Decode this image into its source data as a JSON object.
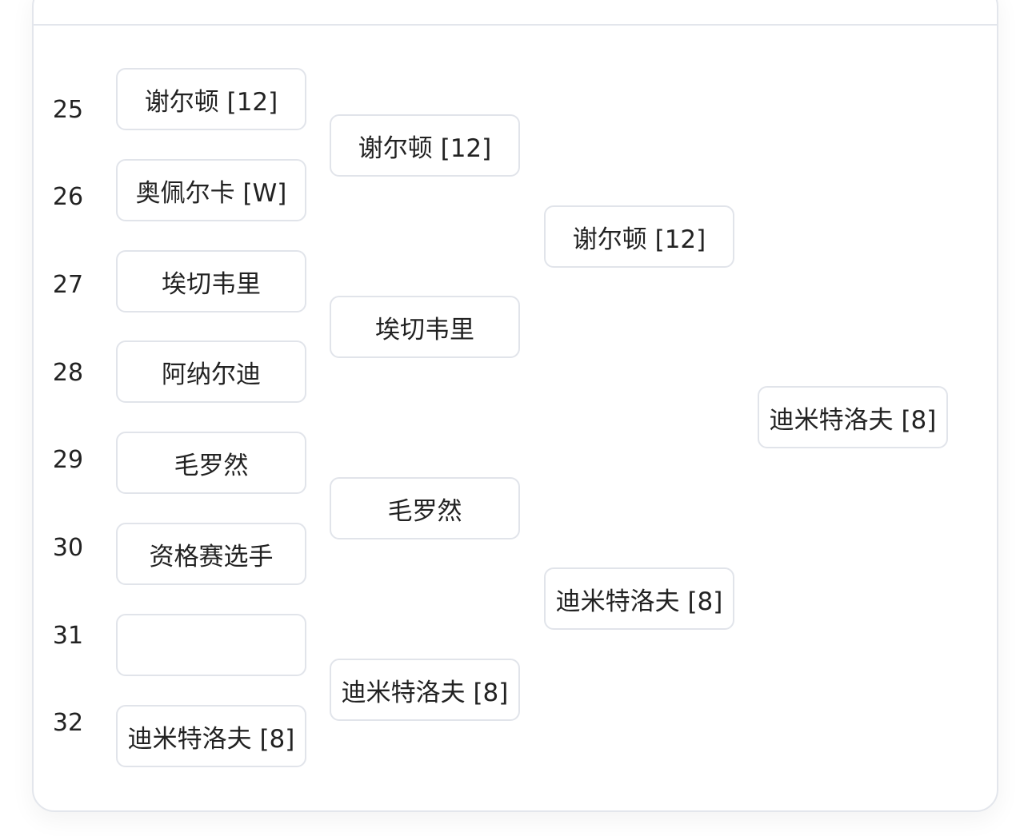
{
  "seeds": [
    "25",
    "26",
    "27",
    "28",
    "29",
    "30",
    "31",
    "32"
  ],
  "round1": [
    "谢尔顿 [12]",
    "奥佩尔卡 [W]",
    "埃切韦里",
    "阿纳尔迪",
    "毛罗然",
    "资格赛选手",
    "",
    "迪米特洛夫 [8]"
  ],
  "round2": [
    "谢尔顿 [12]",
    "埃切韦里",
    "毛罗然",
    "迪米特洛夫 [8]"
  ],
  "round3": [
    "谢尔顿 [12]",
    "迪米特洛夫 [8]"
  ],
  "round4": [
    "迪米特洛夫 [8]"
  ]
}
